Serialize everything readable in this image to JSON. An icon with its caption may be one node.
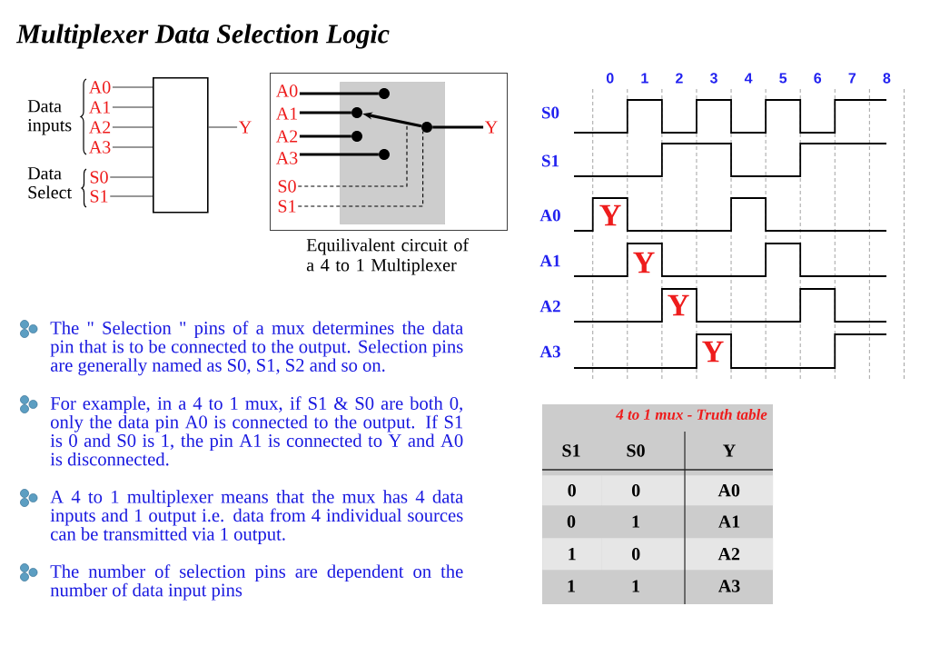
{
  "diagram": {
    "title": "Multiplexer Data Selection Logic",
    "nodes": [
      {
        "text": [],
        "shape": "box"
      },
      {
        "text": [
          "A0"
        ]
      },
      {
        "text": [
          "A1"
        ]
      },
      {
        "text": [
          "A2"
        ]
      },
      {
        "text": [
          "A3"
        ]
      },
      {
        "text": [
          "S0"
        ]
      },
      {
        "text": [
          "S1"
        ]
      },
      {
        "text": [
          "Y"
        ]
      },
      {
        "text": [
          "Equilivalent circuit of a 4 to 1 Multiplexer"
        ]
      },
      {
        "text": [],
        "shape": "box",
        "in": 8
      },
      {
        "text": [
          "A0"
        ],
        "in": 8
      },
      {
        "text": [
          "A1"
        ],
        "in": 8
      },
      {
        "text": [
          "A2"
        ],
        "in": 8
      },
      {
        "text": [
          "A3"
        ],
        "in": 8
      },
      {
        "text": [
          "S0"
        ],
        "in": 8
      },
      {
        "text": [
          "S1"
        ],
        "in": 8
      },
      {
        "text": [
          "Y"
        ],
        "in": 8
      },
      {
        "text": [],
        "shape": "circle",
        "in": 9
      },
      {
        "text": [],
        "shape": "circle",
        "in": 9
      },
      {
        "text": [],
        "shape": "circle",
        "in": 9
      },
      {
        "text": [],
        "shape": "circle",
        "in": 9
      },
      {
        "text": [],
        "shape": "circle",
        "in": 9
      }
    ],
    "edges": [
      {
        "from": 1,
        "to": 0,
        "arrow": "none"
      },
      {
        "from": 2,
        "to": 0,
        "arrow": "none"
      },
      {
        "from": 3,
        "to": 0,
        "arrow": "none"
      },
      {
        "from": 4,
        "to": 0,
        "arrow": "none"
      },
      {
        "from": 5,
        "to": 0,
        "arrow": "none"
      },
      {
        "from": 6,
        "to": 0,
        "arrow": "none"
      },
      {
        "from": 0,
        "to": 7,
        "arrow": "none"
      },
      {
        "from": 10,
        "to": 17,
        "arrow": "none",
        "style": "thick"
      },
      {
        "from": 11,
        "to": 18,
        "arrow": "none",
        "style": "thick"
      },
      {
        "from": 12,
        "to": 19,
        "arrow": "none",
        "style": "thick"
      },
      {
        "from": 13,
        "to": 20,
        "arrow": "none",
        "style": "thick"
      },
      {
        "from": 21,
        "to": 18,
        "arrow": "to",
        "style": "thick"
      },
      {
        "from": 21,
        "to": 16,
        "arrow": "none",
        "style": "thick"
      },
      {
        "from": 14,
        "to": null,
        "arrow": "none",
        "style": "dashed"
      },
      {
        "from": 15,
        "to": 21,
        "arrow": "none",
        "style": "dashed"
      }
    ],
    "labels": [
      "Data inputs",
      "Data Select",
      "0",
      "1",
      "2",
      "3",
      "4",
      "5",
      "6",
      "7",
      "8",
      "S0",
      "S1",
      "A0",
      "Y",
      "A1",
      "Y",
      "A2",
      "Y",
      "A3",
      "Y",
      "The \" Selection \" pins of a mux determines the data pin that is to be connected to the output. Selection pins are generally named as S0, S1, S2 and so on.",
      "For example, in a 4 to 1 mux, if S1 & S0 are both 0, only the data pin A0 is connected to the output. If S1 is 0 and S0 is 1, the pin A1 is connected to Y and A0 is disconnected.",
      "A 4 to 1 multiplexer means that the mux has 4 data inputs and 1 output i.e. data from 4 individual sources can be transmitted via 1 output.",
      "The number of selection pins are dependent on the number of data input pins",
      "4 to 1 mux - Truth table",
      "S1",
      "S0",
      "Y",
      "0",
      "0",
      "A0",
      "0",
      "1",
      "A1",
      "1",
      "0",
      "A2",
      "1",
      "1",
      "A3"
    ]
  }
}
